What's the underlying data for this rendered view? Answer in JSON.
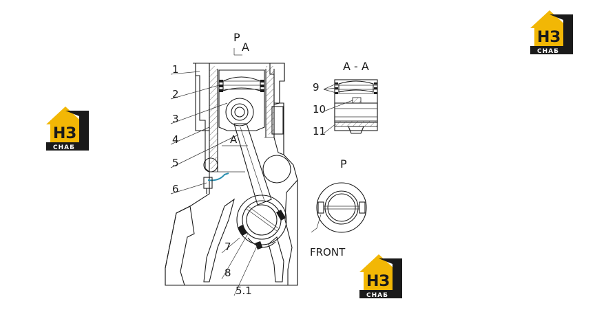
{
  "diagram": {
    "view_p_top": "P",
    "view_a_top": "A",
    "section_title": "A - A",
    "view_p_title": "P",
    "front_label": "FRONT",
    "section_a_mark": "A",
    "callouts": [
      "1",
      "2",
      "3",
      "4",
      "5",
      "6",
      "7",
      "8",
      "5.1",
      "9",
      "10",
      "11"
    ]
  },
  "logo": {
    "text": "НЗ",
    "subtext": "СНАБ",
    "accent_color": "#f2b705",
    "dark_color": "#1a1a1a"
  }
}
